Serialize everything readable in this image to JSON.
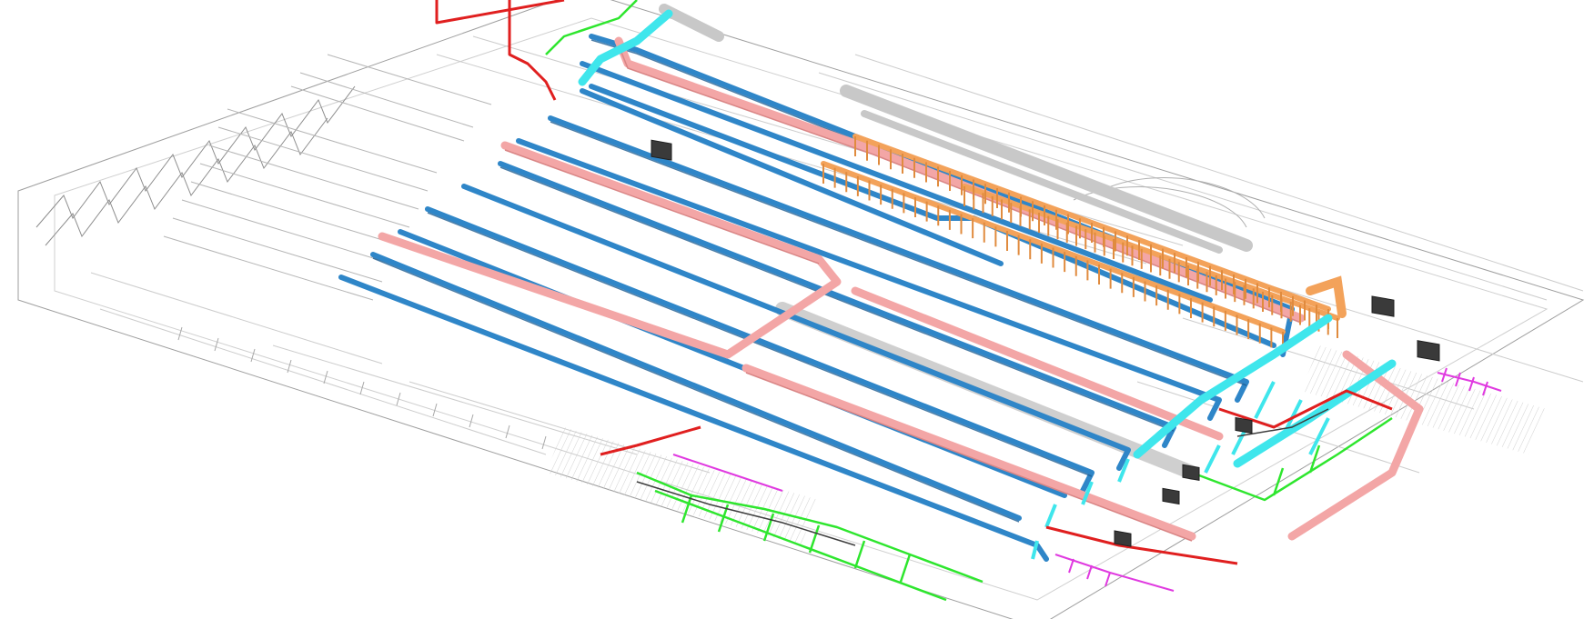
{
  "view": {
    "kind": "isometric-mep-model",
    "background": "#ffffff"
  },
  "systems": [
    {
      "id": "supply-duct",
      "color": "#2f86c8",
      "shade": "#1f5f93"
    },
    {
      "id": "return-duct",
      "color": "#f3a6a6",
      "shade": "#d98585"
    },
    {
      "id": "exhaust-duct",
      "color": "#f3a25a",
      "shade": "#c97a33"
    },
    {
      "id": "fresh-air-duct",
      "color": "#3fe6ec",
      "shade": "#22b7bd"
    },
    {
      "id": "fire-water-pipe",
      "color": "#e01f1f"
    },
    {
      "id": "water-pipe",
      "color": "#2ee62e"
    },
    {
      "id": "drain-pipe",
      "color": "#e03ae0"
    },
    {
      "id": "cable-tray",
      "color": "#c8c8c8"
    }
  ]
}
